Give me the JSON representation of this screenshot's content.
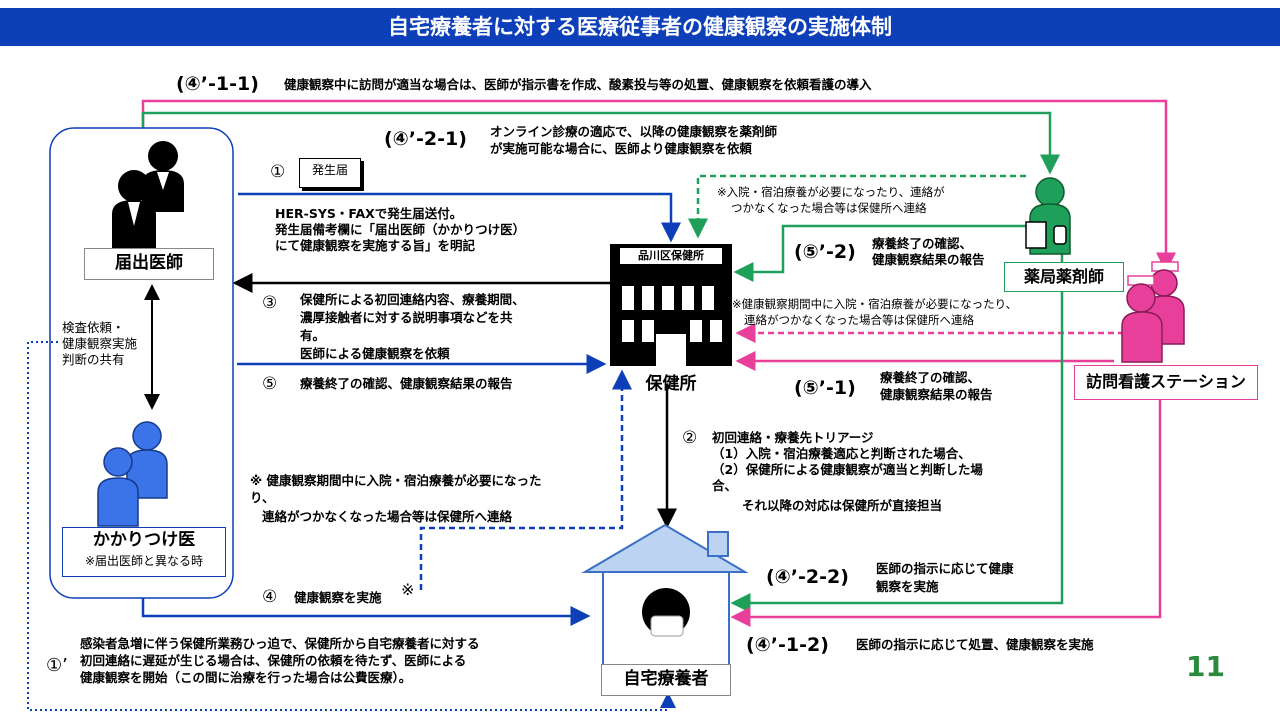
{
  "title": "自宅療養者に対する医療従事者の健康観察の実施体制",
  "page_number": "11",
  "colors": {
    "title_bg": "#0d3fb8",
    "blue": "#0d3fb8",
    "green": "#1fa05a",
    "pink": "#e8409a",
    "black": "#000000"
  },
  "actors": {
    "notifying_doctor": "届出医師",
    "family_doctor": "かかりつけ医",
    "family_doctor_note": "※届出医師と異なる時",
    "health_center_sign": "品川区保健所",
    "health_center": "保健所",
    "pharmacist": "薬局薬剤師",
    "nursing_station": "訪問看護ステーション",
    "home_patient": "自宅療養者"
  },
  "flows": {
    "f411": {
      "code": "(④’-1-1)",
      "text": "健康観察中に訪問が適当な場合は、医師が指示書を作成、酸素投与等の処置、健康観察を依頼看護の導入"
    },
    "f421": {
      "code": "(④’-2-1)",
      "line1": "オンライン診療の適応で、以降の健康観察を薬剤師",
      "line2": "が実施可能な場合に、医師より健康観察を依頼"
    },
    "f1": {
      "num": "①",
      "doc": "発生届",
      "line1": "HER-SYS・FAXで発生届送付。",
      "line2": "発生届備考欄に「届出医師（かかりつけ医）",
      "line3": "にて健康観察を実施する旨」を明記"
    },
    "f3": {
      "num": "③",
      "line1": "保健所による初回連絡内容、療養期間、",
      "line2": "濃厚接触者に対する説明事項などを共",
      "line3": "有。",
      "line4": "医師による健康観察を依頼"
    },
    "f5": {
      "num": "⑤",
      "text": "療養終了の確認、健康観察結果の報告"
    },
    "f52": {
      "code": "(⑤’-2)",
      "line1": "療養終了の確認、",
      "line2": "健康観察結果の報告"
    },
    "f51": {
      "code": "(⑤’-1)",
      "line1": "療養終了の確認、",
      "line2": "健康観察結果の報告"
    },
    "pharm_note": {
      "line1": "※入院・宿泊療養が必要になったり、連絡が",
      "line2": "つかなくなった場合等は保健所へ連絡"
    },
    "nurse_note": {
      "line1": "※健康観察期間中に入院・宿泊療養が必要になったり、",
      "line2": "連絡がつかなくなった場合等は保健所へ連絡"
    },
    "doctor_note": {
      "line1": "※ 健康観察期間中に入院・宿泊療養が必要になった",
      "line2": "り、",
      "line3": "連絡がつかなくなった場合等は保健所へ連絡"
    },
    "share": {
      "line1": "検査依頼・",
      "line2": "健康観察実施",
      "line3": "判断の共有"
    },
    "f2": {
      "num": "②",
      "line1": "初回連絡・療養先トリアージ",
      "line2": "（1）入院・宿泊療養適応と判断された場合、",
      "line3": "（2）保健所による健康観察が適当と判断した場",
      "line4": "合、",
      "line5": "それ以降の対応は保健所が直接担当"
    },
    "f4": {
      "num": "④",
      "text": "健康観察を実施",
      "mark": "※"
    },
    "f422": {
      "code": "(④’-2-2)",
      "line1": "医師の指示に応じて健康",
      "line2": "観察を実施"
    },
    "f412": {
      "code": "(④’-1-2)",
      "text": "医師の指示に応じて処置、健康観察を実施"
    },
    "f1p": {
      "num": "①’",
      "line1": "感染者急増に伴う保健所業務ひっ迫で、保健所から自宅療養者に対する",
      "line2": "初回連絡に遅延が生じる場合は、保健所の依頼を待たず、医師による",
      "line3": "健康観察を開始（この間に治療を行った場合は公費医療）。"
    }
  }
}
